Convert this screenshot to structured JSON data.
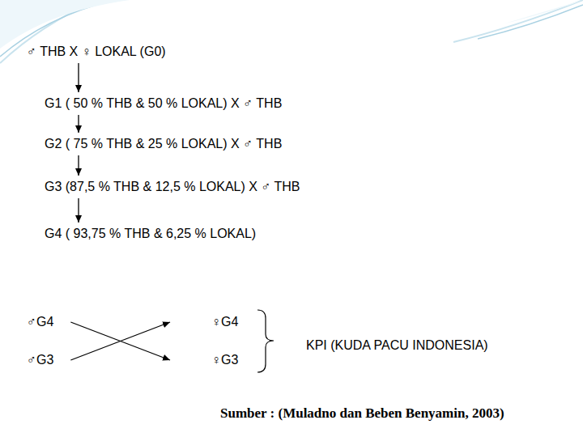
{
  "diagram": {
    "caption": "Sumber : (Muladno dan Beben Benyamin, 2003)",
    "nodes": [
      {
        "text": [
          "♂ THB X ♀ LOKAL (G0)"
        ]
      },
      {
        "text": [
          "G1 ( 50 % THB & 50 % LOKAL) X ♂ THB"
        ]
      },
      {
        "text": [
          "G2 ( 75 % THB & 25 % LOKAL) X ♂ THB"
        ]
      },
      {
        "text": [
          "G3 (87,5 % THB & 12,5 % LOKAL) X ♂ THB"
        ]
      },
      {
        "text": [
          "G4 ( 93,75 % THB & 6,25 % LOKAL)"
        ]
      },
      {
        "text": [
          "♂G4"
        ]
      },
      {
        "text": [
          "♀G4"
        ]
      },
      {
        "text": [
          "♂G3"
        ]
      },
      {
        "text": [
          "♀G3"
        ]
      }
    ],
    "edges": [
      {
        "from": 0,
        "to": 1,
        "arrow": "to"
      },
      {
        "from": 1,
        "to": 2,
        "arrow": "to"
      },
      {
        "from": 2,
        "to": 3,
        "arrow": "to"
      },
      {
        "from": 3,
        "to": 4,
        "arrow": "to"
      },
      {
        "from": 5,
        "to": 8,
        "arrow": "to"
      },
      {
        "from": 7,
        "to": 6,
        "arrow": "to"
      }
    ],
    "labels": [
      "KPI (KUDA PACU INDONESIA)"
    ]
  }
}
